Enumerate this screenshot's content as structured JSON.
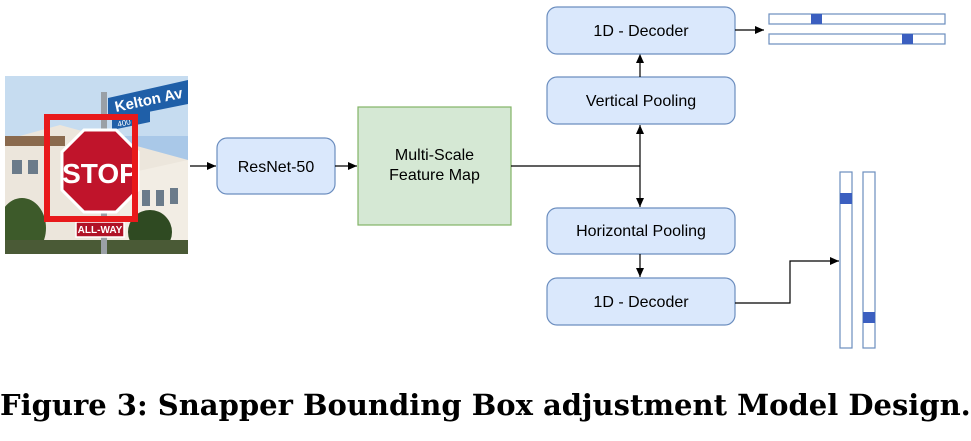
{
  "photo": {
    "street_sign": "Kelton Av",
    "street_number": "400 S",
    "stop_text": "STOP",
    "all_way_text": "ALL-WAY"
  },
  "nodes": {
    "resnet": "ResNet-50",
    "feature_map_line1": "Multi-Scale",
    "feature_map_line2": "Feature Map",
    "vertical_pooling": "Vertical Pooling",
    "horizontal_pooling": "Horizontal Pooling",
    "decoder_top": "1D - Decoder",
    "decoder_bottom": "1D - Decoder"
  },
  "caption": "Figure 3: Snapper Bounding Box adjustment Model Design.",
  "colors": {
    "node_fill": "#dae8fc",
    "node_stroke": "#6c8ebf",
    "feature_fill": "#d5e8d4",
    "feature_stroke": "#82b366",
    "marker_fill": "#3b5fc0",
    "bbox_red": "#e8191b"
  }
}
